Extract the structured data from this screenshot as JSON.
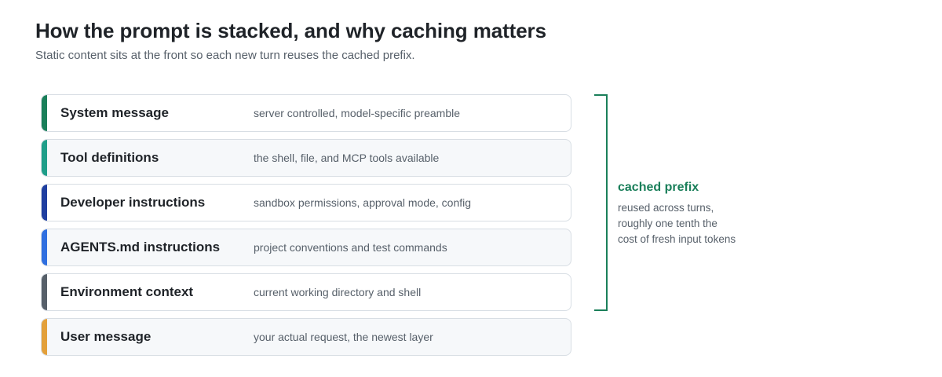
{
  "header": {
    "title": "How the prompt is stacked, and why caching matters",
    "subtitle": "Static content sits at the front so each new turn reuses the cached prefix."
  },
  "layers": [
    {
      "name": "System message",
      "description": "server controlled, model-specific preamble",
      "color": "#1a7f5a"
    },
    {
      "name": "Tool definitions",
      "description": "the shell, file, and MCP tools available",
      "color": "#1f9e89"
    },
    {
      "name": "Developer instructions",
      "description": "sandbox permissions, approval mode, config",
      "color": "#1f3fa0"
    },
    {
      "name": "AGENTS.md instructions",
      "description": "project conventions and test commands",
      "color": "#2f6fe0"
    },
    {
      "name": "Environment context",
      "description": "current working directory and shell",
      "color": "#57606a"
    },
    {
      "name": "User message",
      "description": "your actual request, the newest layer",
      "color": "#e3a03a"
    }
  ],
  "cache": {
    "label": "cached prefix",
    "note_lines": [
      "reused across turns,",
      "roughly one tenth the",
      "cost of fresh input tokens"
    ],
    "color": "#1a7f5a"
  }
}
